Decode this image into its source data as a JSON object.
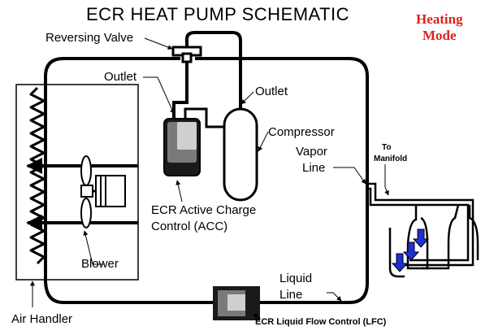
{
  "title": "ECR HEAT PUMP SCHEMATIC",
  "mode": {
    "line1": "Heating",
    "line2": "Mode",
    "color": "#e0201c"
  },
  "labels": {
    "reversing_valve": "Reversing Valve",
    "outlet_acc": "Outlet",
    "outlet_compressor": "Outlet",
    "compressor": "Compressor",
    "vapor_line_1": "Vapor",
    "vapor_line_2": "Line",
    "to_manifold_1": "To",
    "to_manifold_2": "Manifold",
    "acc_1": "ECR Active Charge",
    "acc_2": "Control (ACC)",
    "blower": "Blower",
    "liquid_line_1": "Liquid",
    "liquid_line_2": "Line",
    "air_handler": "Air Handler",
    "lfc": "ECR Liquid Flow Control (LFC)"
  },
  "colors": {
    "line": "#000000",
    "flow_arrow": "#1e2fd6",
    "acc_dark": "#1a1a1a",
    "acc_mid": "#7a7a7a",
    "acc_light": "#cfcfcf"
  }
}
